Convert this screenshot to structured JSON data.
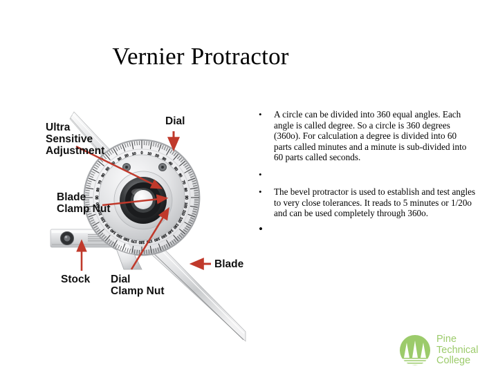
{
  "slide": {
    "title": "Vernier Protractor",
    "background_color": "#ffffff"
  },
  "body": {
    "bullets": [
      {
        "marker": "•",
        "text": "A circle can be divided into 360 equal angles. Each angle is called degree. So a circle is 360 degrees (360o). For calculation a degree is divided into 60 parts called minutes and a minute is sub-divided into 60 parts called seconds."
      },
      {
        "marker": "•",
        "text": ""
      },
      {
        "marker": "•",
        "text": "The bevel protractor is used to establish and test angles to very close tolerances. It reads to 5 minutes or 1/20o and can be used completely through 360o."
      },
      {
        "marker": "•",
        "text": ""
      }
    ]
  },
  "figure": {
    "name": "vernier-protractor-photo",
    "callouts": [
      {
        "id": "ultra-sensitive-adjustment",
        "label": "Ultra\nSensitive\nAdjustment"
      },
      {
        "id": "blade-clamp-nut",
        "label": "Blade\nClamp Nut"
      },
      {
        "id": "dial",
        "label": "Dial"
      },
      {
        "id": "stock",
        "label": "Stock"
      },
      {
        "id": "dial-clamp-nut",
        "label": "Dial\nClamp Nut"
      },
      {
        "id": "blade",
        "label": "Blade"
      }
    ],
    "arrow_color": "#c0392b",
    "metal_color": "#d9dadc"
  },
  "logo": {
    "line1": "Pine",
    "line2": "Technical",
    "line3": "College",
    "color": "#9ccb6b"
  }
}
